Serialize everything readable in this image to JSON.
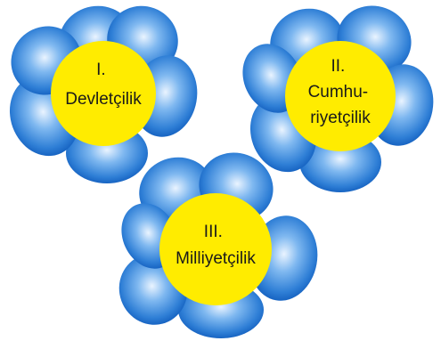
{
  "flowers": [
    {
      "lines": [
        "I.",
        "Devletçilik"
      ]
    },
    {
      "lines": [
        "II.",
        "Cumhu-",
        "riyetçilik"
      ]
    },
    {
      "lines": [
        "III.",
        "Milliyetçilik"
      ]
    }
  ],
  "colors": {
    "petal_light": "#eaf4ff",
    "petal_mid": "#3f8fe0",
    "petal_dark": "#0b56b8",
    "center": "#ffec00",
    "text": "#1a1a1a"
  }
}
